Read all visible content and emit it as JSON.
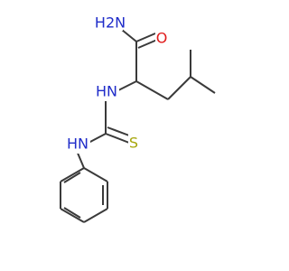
{
  "molecule": {
    "atoms": {
      "amide_nh2": "H2N",
      "carbonyl_o": "O",
      "alpha_nh": "HN",
      "thiourea_nh": "HN",
      "thione_s": "S"
    }
  },
  "colors": {
    "bond": "#3a3a3a",
    "nitrogen": "#1f2cc9",
    "oxygen": "#e01b1b",
    "sulfur": "#a6a60a",
    "background": "#ffffff"
  }
}
